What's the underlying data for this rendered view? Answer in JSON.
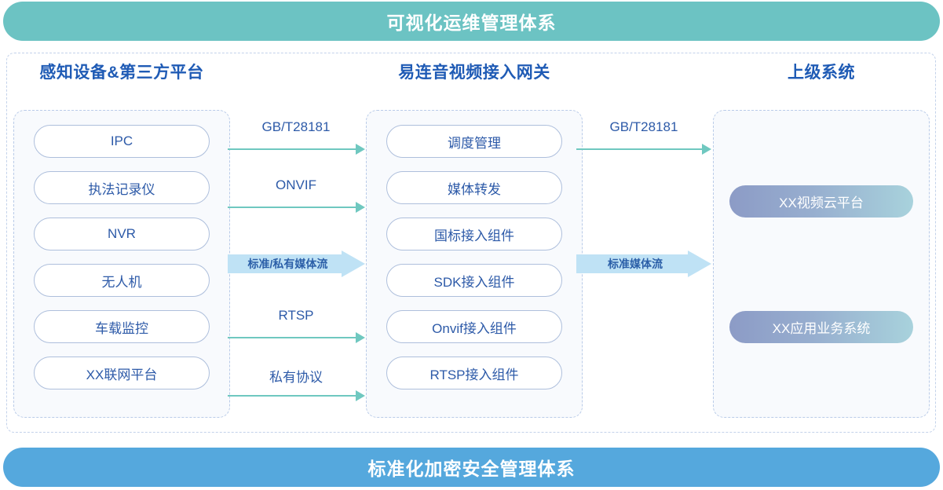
{
  "banners": {
    "top": "可视化运维管理体系",
    "bottom": "标准化加密安全管理体系",
    "top_color": "#6cc3c3",
    "bottom_color": "#55a8dd"
  },
  "columns": [
    {
      "title": "感知设备&第三方平台",
      "items": [
        "IPC",
        "执法记录仪",
        "NVR",
        "无人机",
        "车载监控",
        "XX联网平台"
      ]
    },
    {
      "title": "易连音视频接入网关",
      "items": [
        "调度管理",
        "媒体转发",
        "国标接入组件",
        "SDK接入组件",
        "Onvif接入组件",
        "RTSP接入组件"
      ]
    },
    {
      "title": "上级系统",
      "items": [
        "XX视频云平台",
        "XX应用业务系统"
      ]
    }
  ],
  "connectors": {
    "left_group": [
      {
        "label": "GB/T28181",
        "style": "thin"
      },
      {
        "label": "ONVIF",
        "style": "thin"
      },
      {
        "label": "标准/私有媒体流",
        "style": "block"
      },
      {
        "label": "RTSP",
        "style": "thin"
      },
      {
        "label": "私有协议",
        "style": "thin"
      }
    ],
    "right_group": [
      {
        "label": "GB/T28181",
        "style": "thin"
      },
      {
        "label": "标准媒体流",
        "style": "block"
      }
    ]
  },
  "colors": {
    "arrow_thin": "#6fc8c0",
    "arrow_block": "#bfe2f5",
    "label_text": "#2d5aa8",
    "title_text": "#1f5bb5",
    "pill_border": "#aebfdc",
    "panel_bg": "#f8fafd",
    "panel_border": "#b9cbe8",
    "sys_gradient_start": "#8c9bc6",
    "sys_gradient_end": "#a8d2dc"
  }
}
